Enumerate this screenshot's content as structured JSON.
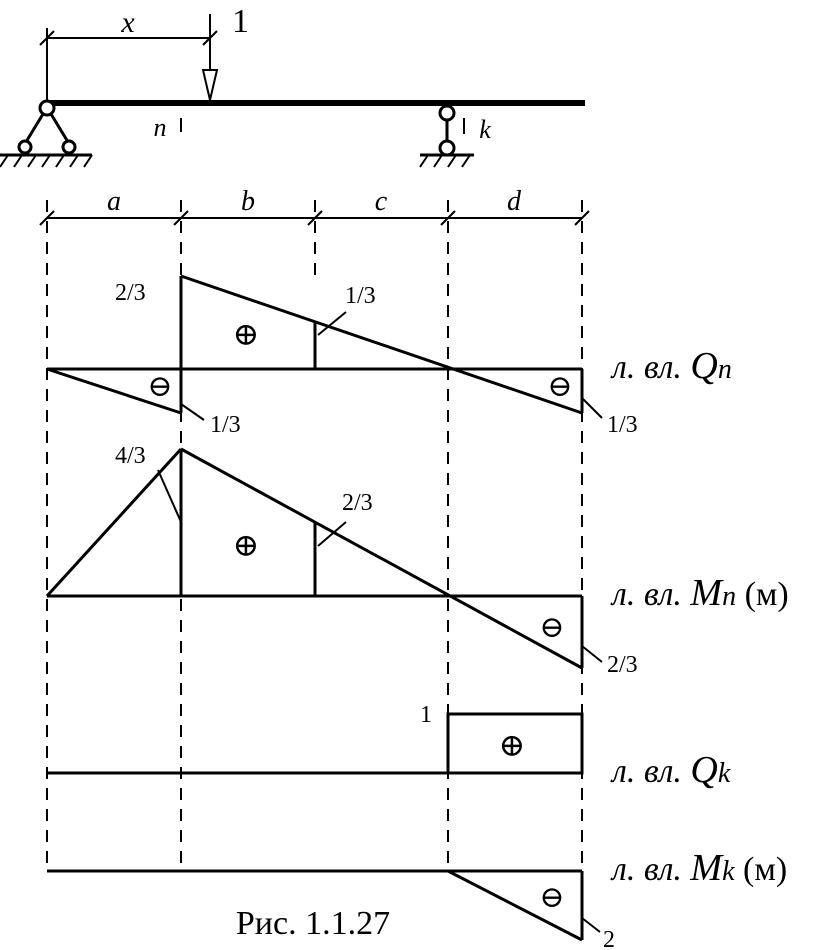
{
  "force": {
    "label": "1",
    "x_label": "x"
  },
  "beam": {
    "section_n": "n",
    "section_k": "k"
  },
  "spans": [
    "a",
    "b",
    "c",
    "d"
  ],
  "diagrams": {
    "qn": {
      "title_prefix": "л. вл.",
      "title_main": "Q",
      "title_sub": "n",
      "title_suffix": "",
      "label_top_left": "2/3",
      "label_top_mid": "1/3",
      "label_bottom_left": "1/3",
      "label_bottom_right": "1/3"
    },
    "mn": {
      "title_prefix": "л. вл.",
      "title_main": "M",
      "title_sub": "n",
      "title_suffix": "(м)",
      "label_peak": "4/3",
      "label_mid": "2/3",
      "label_bottom_right": "2/3"
    },
    "qk": {
      "title_prefix": "л. вл.",
      "title_main": "Q",
      "title_sub": "k",
      "title_suffix": "",
      "label_value": "1"
    },
    "mk": {
      "title_prefix": "л. вл.",
      "title_main": "M",
      "title_sub": "k",
      "title_suffix": "(м)",
      "label_value": "2"
    }
  },
  "signs": {
    "plus": "⊕",
    "minus": "⊖"
  },
  "caption": "Рис. 1.1.27"
}
